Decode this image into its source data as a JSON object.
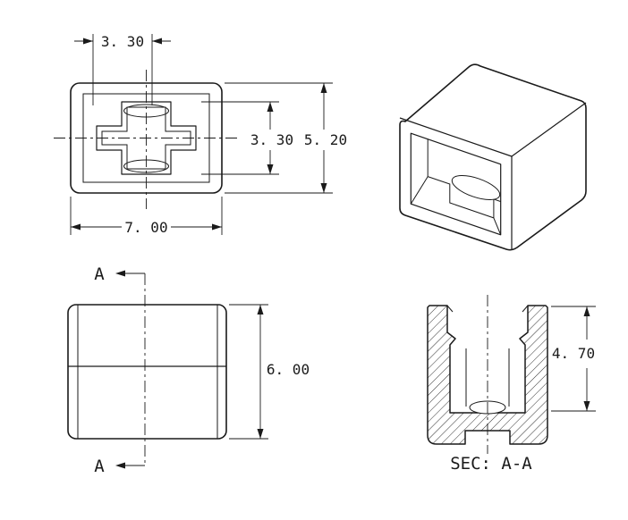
{
  "colors": {
    "background": "#ffffff",
    "line": "#1a1a1a"
  },
  "front_view": {
    "dim_top_width": "3. 30",
    "dim_inner_height": "3. 30",
    "dim_overall_height": "5. 20",
    "dim_overall_width": "7. 00"
  },
  "side_view": {
    "section_label_top": "A",
    "section_label_bottom": "A",
    "dim_height": "6. 00"
  },
  "section_view": {
    "dim_inner_depth": "4. 70",
    "caption": "SEC: A-A"
  }
}
